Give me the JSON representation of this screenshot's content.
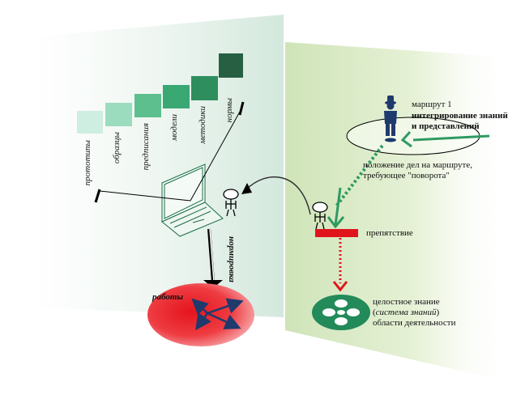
{
  "scale_labels": [
    "прототипы",
    "образцы",
    "предписания",
    "модели",
    "методики",
    "нормы"
  ],
  "scale_colors": [
    "#cdeee0",
    "#9cdcbe",
    "#5cbf8d",
    "#3aa873",
    "#2f8e5e",
    "#275f42"
  ],
  "route": {
    "line1": "маршрут 1",
    "line2": "интегрирование знаний",
    "line3": "и представлений"
  },
  "turn_caption": {
    "line1": "положение дел на маршруте,",
    "line2": "требующее \"поворота\""
  },
  "obstacle_label": "препятствие",
  "knowledge": {
    "line1": "целостное знание",
    "line2_open": "(",
    "line2_italic": "система знаний",
    "line2_close": ")",
    "line3": "области деятельности"
  },
  "works_label": "работы",
  "norming_label": "нормировка",
  "colors": {
    "green_arrow": "#2e9a62",
    "obstacle_red": "#e0141b",
    "works_red": "#ee1c25",
    "navy": "#1f3a6d",
    "knowledge_green": "#238a5a"
  }
}
